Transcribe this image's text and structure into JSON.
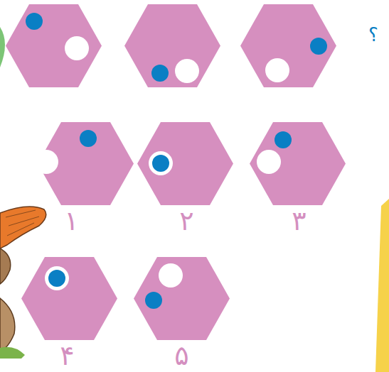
{
  "diagram": {
    "nodes": [
      {
        "text": [
          "۱"
        ]
      },
      {
        "text": [
          "۲"
        ]
      },
      {
        "text": [
          "۳"
        ]
      },
      {
        "text": [
          "۴"
        ]
      },
      {
        "text": [
          "۵"
        ]
      }
    ],
    "labels": [
      "؟"
    ]
  }
}
